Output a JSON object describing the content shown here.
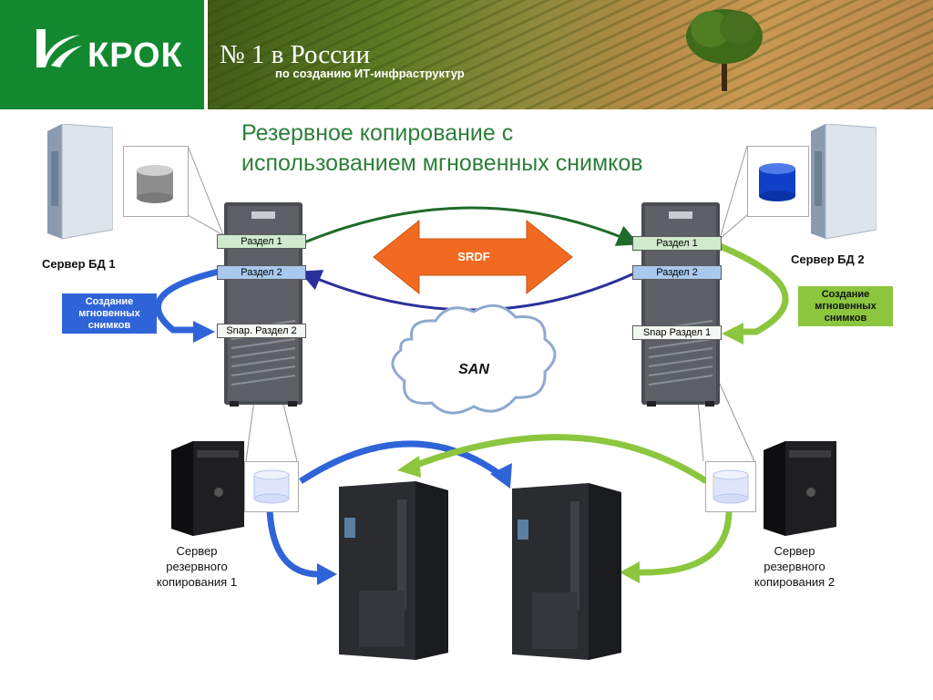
{
  "header": {
    "logo_text": "КРОК",
    "slogan_main": "№ 1 в России",
    "slogan_sub": "по созданию ИТ-инфраструктур"
  },
  "title_line1": "Резервное копирование с",
  "title_line2": "использованием мгновенных снимков",
  "left_site": {
    "server_label": "Сервер БД 1",
    "partitions": [
      "Раздел 1",
      "Раздел 2",
      "Snap. Раздел 2"
    ],
    "snapshot_tag": [
      "Создание",
      "мгновенных",
      "снимков"
    ]
  },
  "right_site": {
    "server_label": "Сервер БД 2",
    "partitions": [
      "Раздел 1",
      "Раздел 2",
      "Snap Раздел 1"
    ],
    "snapshot_tag": [
      "Создание",
      "мгновенных",
      "снимков"
    ]
  },
  "srdf_label": "SRDF",
  "san_label": "SAN",
  "backup_server_1": [
    "Сервер",
    "резервного",
    "копирования 1"
  ],
  "backup_server_2": [
    "Сервер",
    "резервного",
    "копирования 2"
  ],
  "colors": {
    "header_green": "#13892f",
    "title_green": "#2d7f39",
    "arrow_green_dark": "#1e6b2a",
    "arrow_blue_dark": "#2b2f9a",
    "arrow_blue": "#2f63d8",
    "arrow_lime": "#8cc63f",
    "srdf_orange": "#f26a21"
  }
}
